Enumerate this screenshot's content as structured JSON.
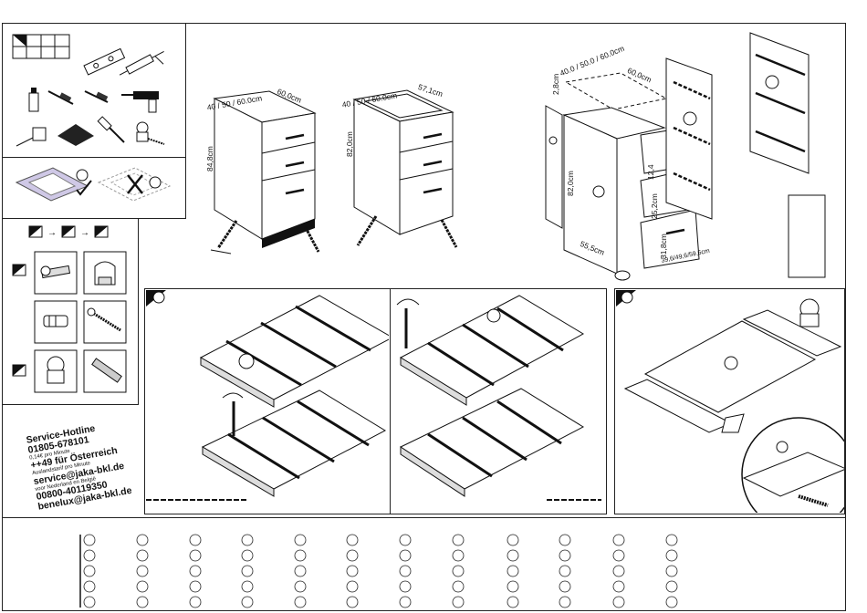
{
  "dims": {
    "c1_top": "40 / 50 / 60.0cm",
    "c1_side": "60,0cm",
    "c1_height": "84,8cm",
    "c2_top": "40 / 50 / 60.0cm",
    "c2_side": "57,1cm",
    "c2_height": "82,0cm",
    "c3_thick": "2,8cm",
    "c3_top": "40.0 / 50.0 / 60.0cm",
    "c3_side": "60,0cm",
    "c3_height": "82,0cm",
    "c3_depth": "55,5cm",
    "d1": "12,4",
    "d2": "25,2cm",
    "d3": "31,8cm",
    "d_width": "39,6/49,6/59,6cm"
  },
  "hotline": {
    "title": "Service-Hotline",
    "de_phone": "01805-678101",
    "de_rate": "0,14€ pro Minute",
    "at_phone": "++49 für Österreich",
    "at_note": "Auslandstarif pro Minute",
    "email_service": "service@jaka-bkl.de",
    "nl_note": "voor Nederland en België",
    "nl_phone": "00800-40119350",
    "email_benelux": "benelux@jaka-bkl.de"
  },
  "parts_grid": {
    "columns": 12,
    "rows": 5
  }
}
